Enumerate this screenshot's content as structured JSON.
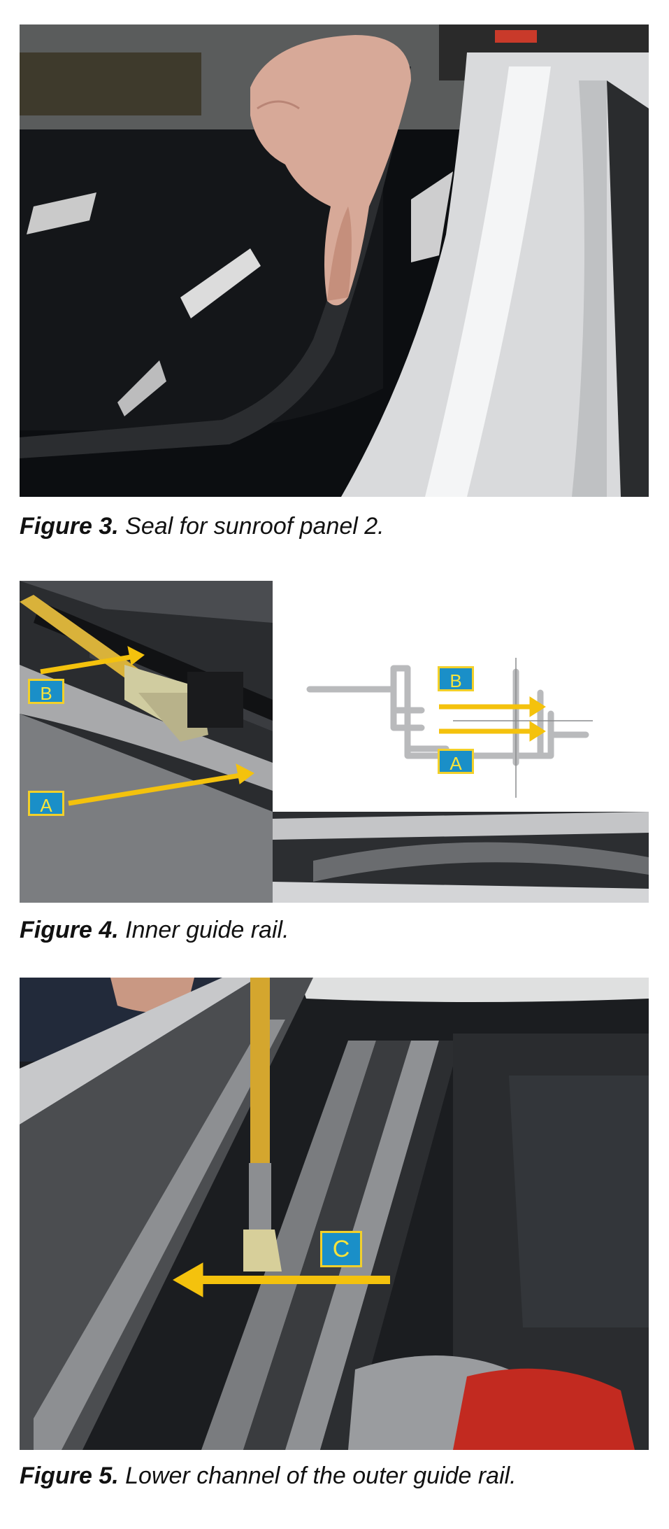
{
  "figures": [
    {
      "label": "Figure 3.",
      "caption": " Seal for sunroof panel 2."
    },
    {
      "label": "Figure 4.",
      "caption": " Inner guide rail."
    },
    {
      "label": "Figure 5.",
      "caption": " Lower channel of the outer guide rail."
    }
  ],
  "callouts": {
    "a": "A",
    "b": "B",
    "c": "C"
  },
  "colors": {
    "callout_fill": "#1a8fc8",
    "callout_border": "#f2d02a",
    "arrow": "#f4c20d"
  }
}
